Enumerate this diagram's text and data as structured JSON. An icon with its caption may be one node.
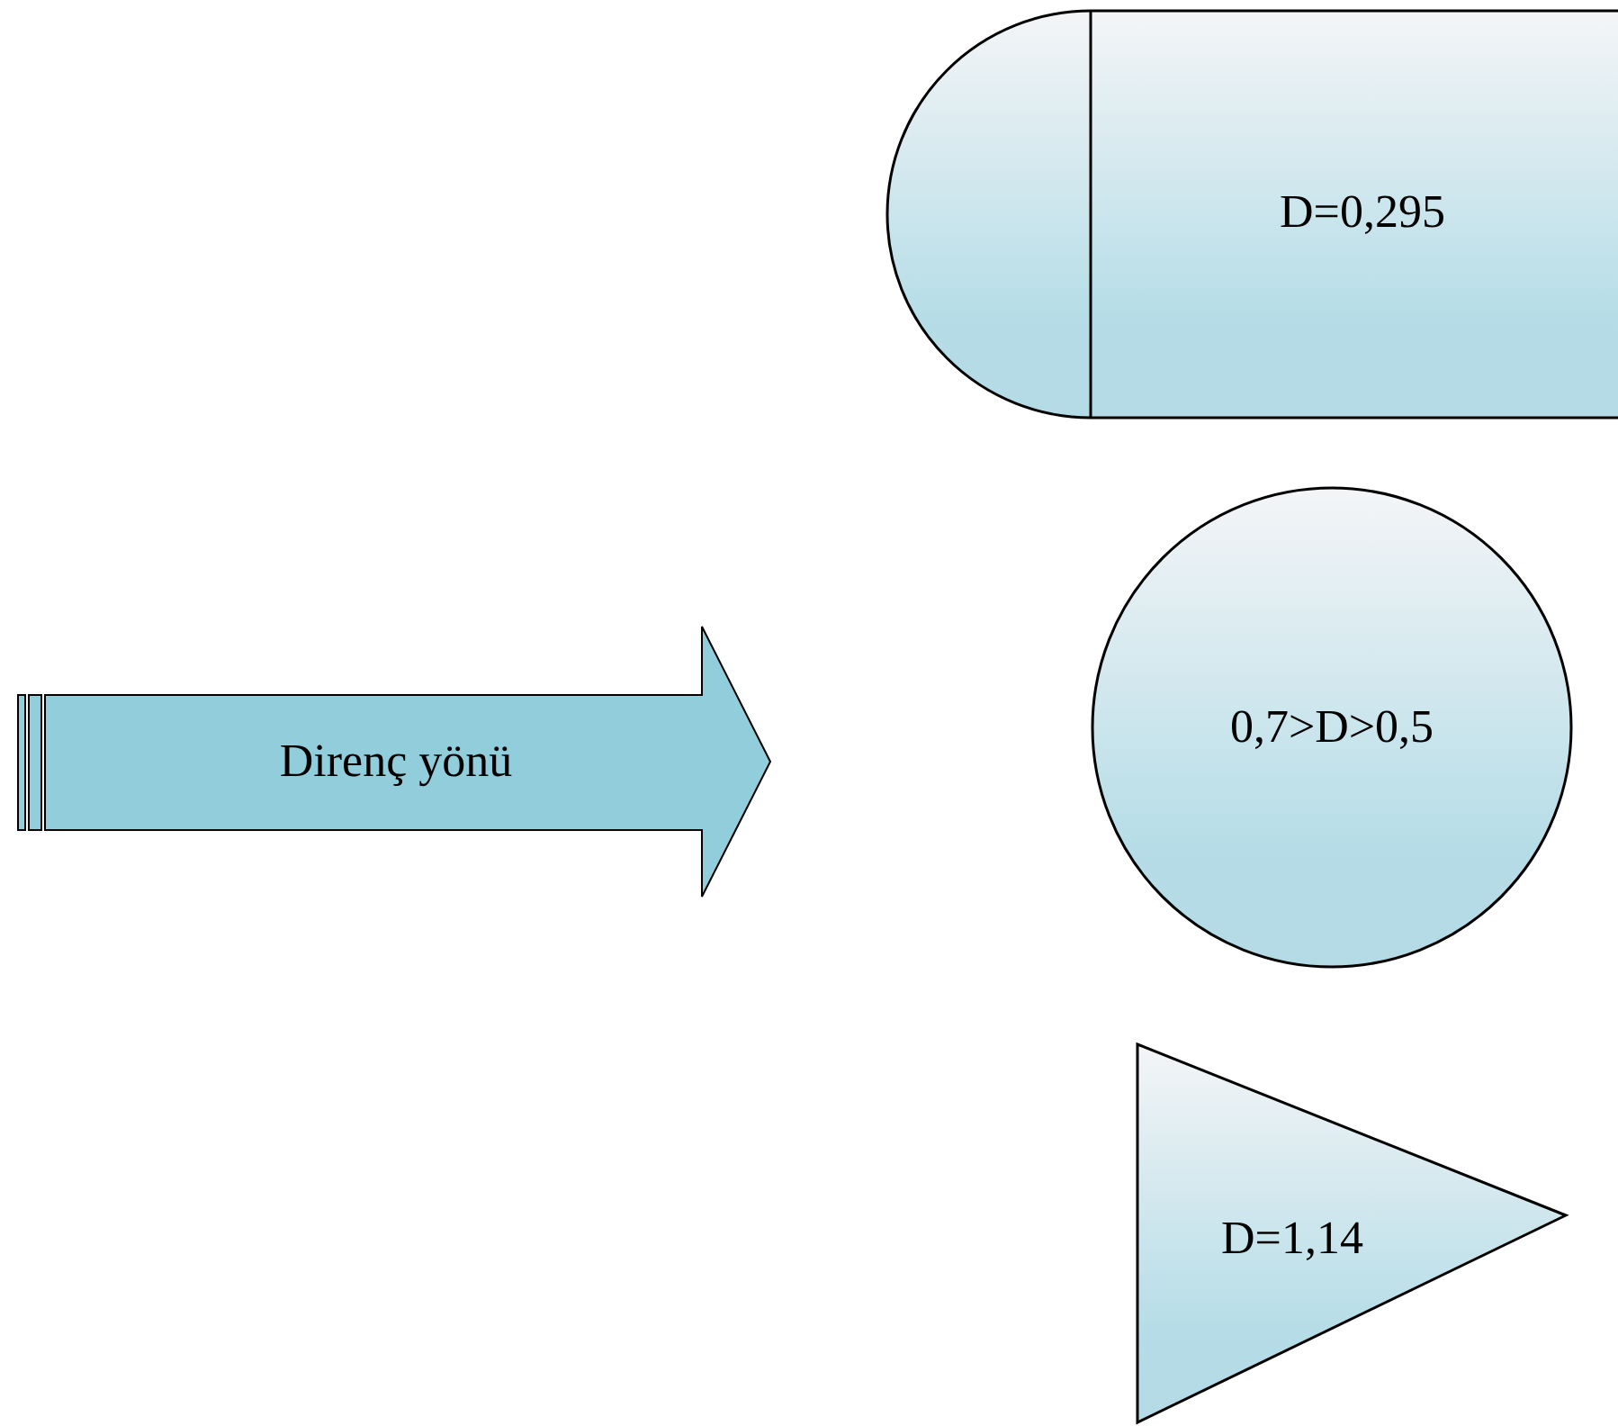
{
  "diagram": {
    "nodes": [
      {
        "text": [
          "D=0,295"
        ]
      },
      {
        "text": [
          "Direnç yönü"
        ]
      },
      {
        "text": [
          "0,7>D>0,5"
        ]
      },
      {
        "text": [
          "D=1,14"
        ]
      }
    ]
  }
}
